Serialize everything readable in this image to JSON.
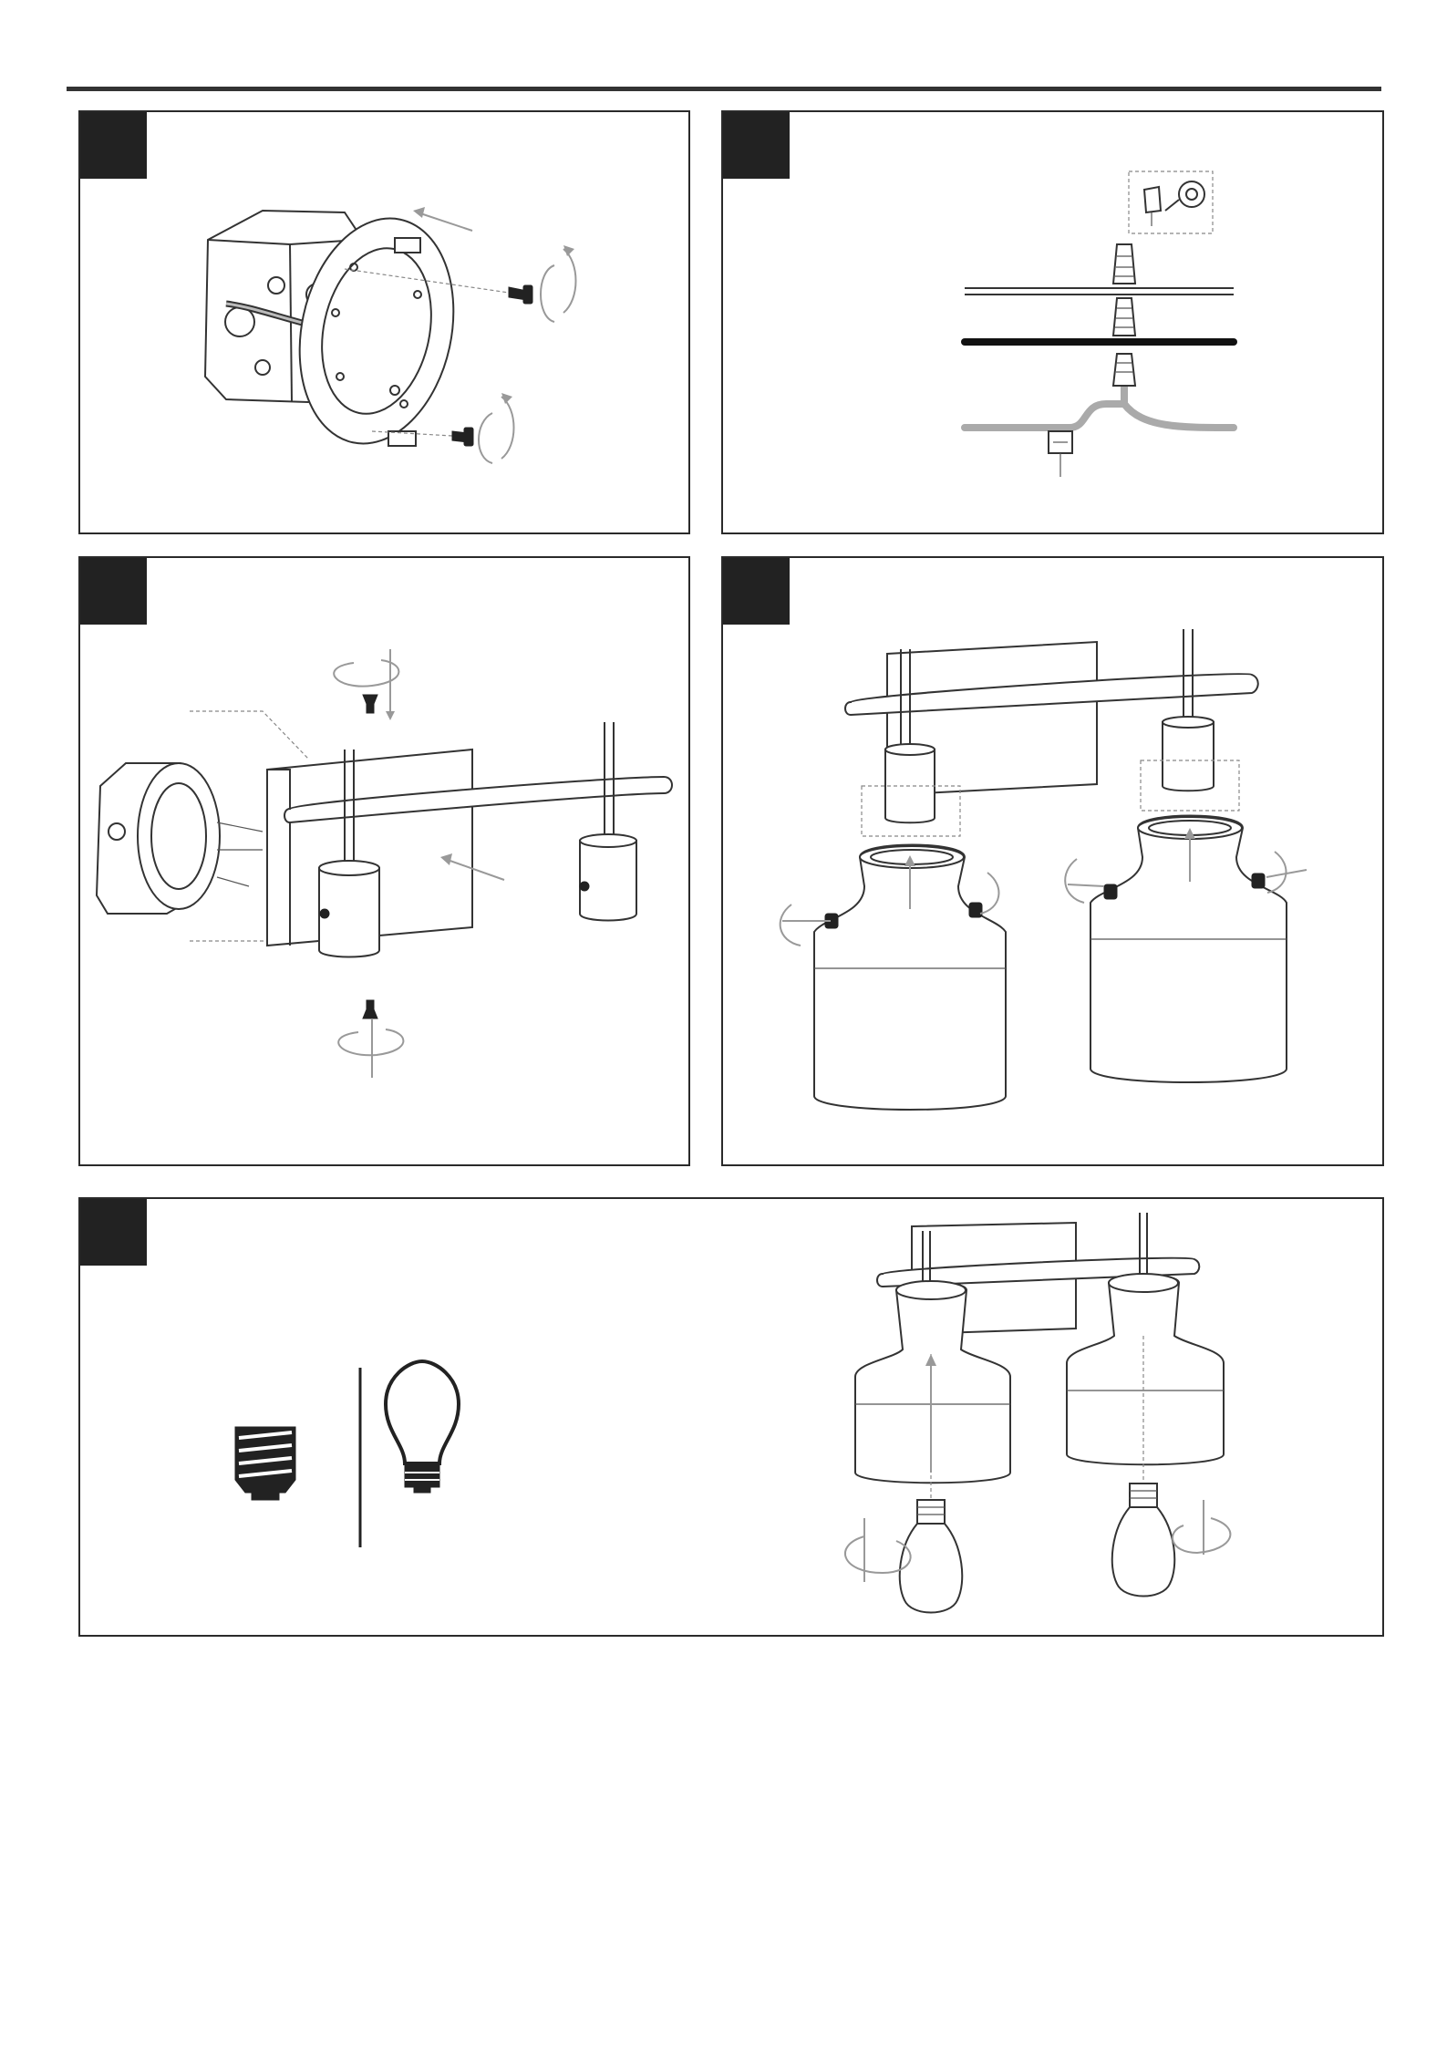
{
  "panels": [
    {
      "id": "mount-strap",
      "step": ""
    },
    {
      "id": "wire-connections",
      "step": ""
    },
    {
      "id": "fixture-mount",
      "step": ""
    },
    {
      "id": "shade-install",
      "step": ""
    },
    {
      "id": "bulb-install",
      "step": ""
    }
  ],
  "colors": {
    "frame": "#2a2a2a",
    "tab": "#222222",
    "arrow": "#999999",
    "rule": "#333333"
  },
  "icons": [
    "junction-box-icon",
    "mounting-strap-icon",
    "screw-icon",
    "rotation-arrow-icon",
    "wire-nut-icon",
    "electrical-tape-icon",
    "ground-screw-icon",
    "fixture-backplate-icon",
    "socket-icon",
    "glass-shade-icon",
    "medium-base-icon",
    "a19-bulb-icon",
    "edison-bulb-icon"
  ]
}
